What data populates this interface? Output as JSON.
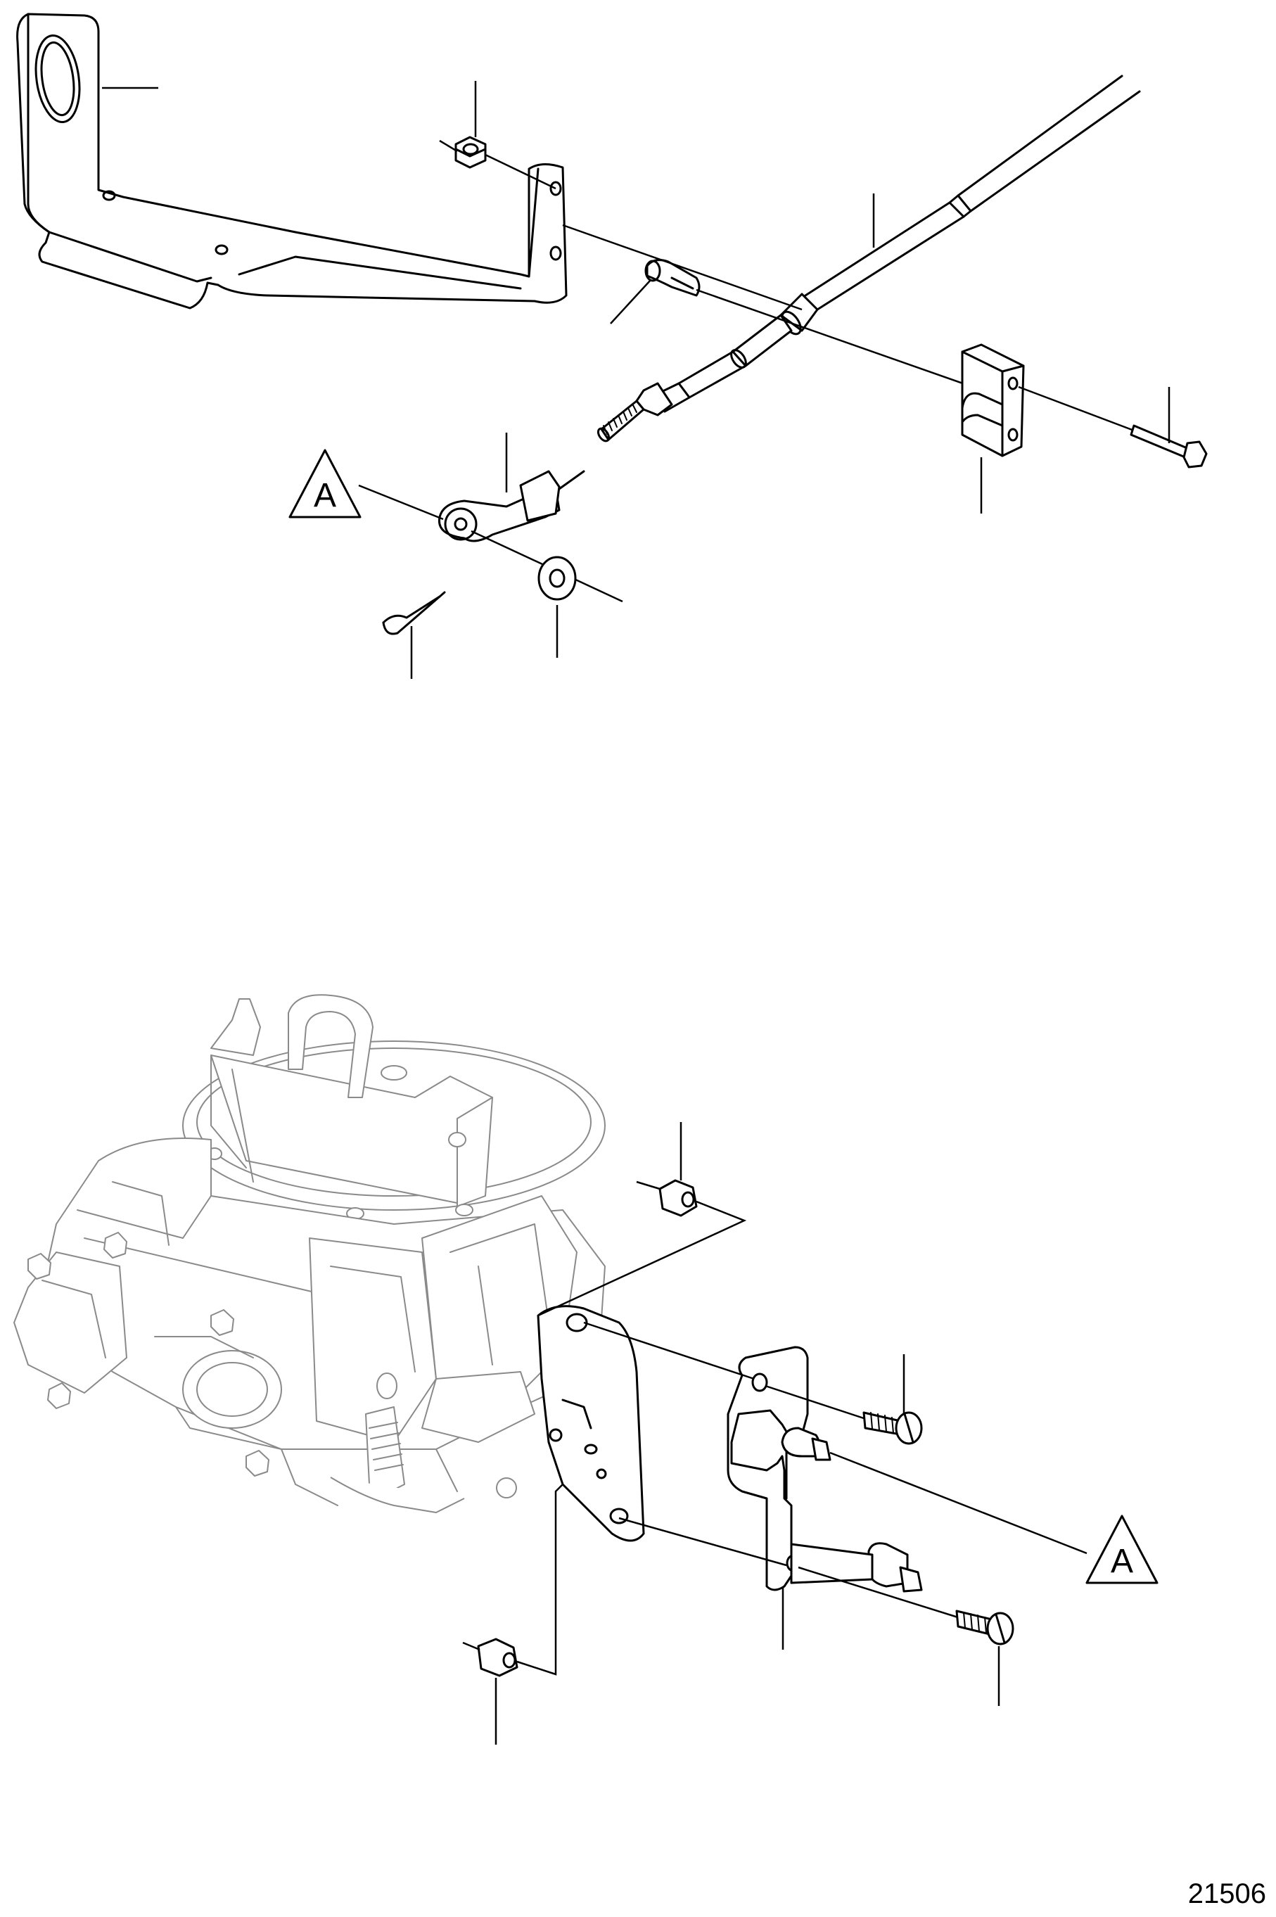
{
  "callouts": {
    "upper_reference": "A",
    "lower_reference": "A"
  },
  "figure_number": "21506"
}
